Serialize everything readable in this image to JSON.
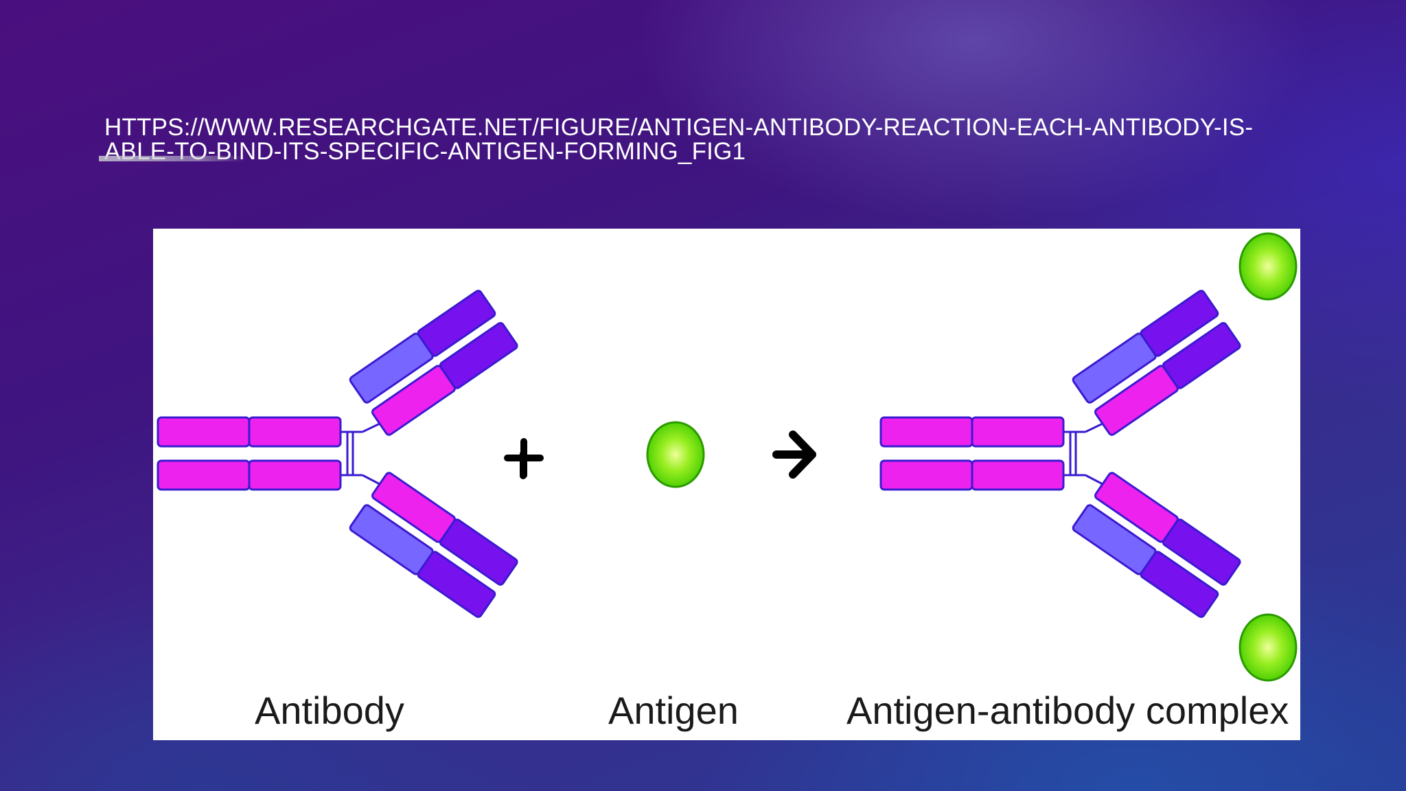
{
  "slide": {
    "title": "HTTPS://WWW.RESEARCHGATE.NET/FIGURE/ANTIGEN-ANTIBODY-REACTION-EACH-ANTIBODY-IS-ABLE-TO-BIND-ITS-SPECIFIC-ANTIGEN-FORMING_FIG1"
  },
  "figure": {
    "labels": {
      "antibody": "Antibody",
      "antigen": "Antigen",
      "complex": "Antigen-antibody complex"
    },
    "operators": {
      "plus": "+",
      "arrow": "→"
    },
    "colors": {
      "heavy_constant": "#ee22ee",
      "light_constant": "#7766ff",
      "heavy_variable": "#7711ee",
      "outline": "#3a1ad0",
      "antigen": "#55dd00",
      "operator": "#000000"
    }
  }
}
